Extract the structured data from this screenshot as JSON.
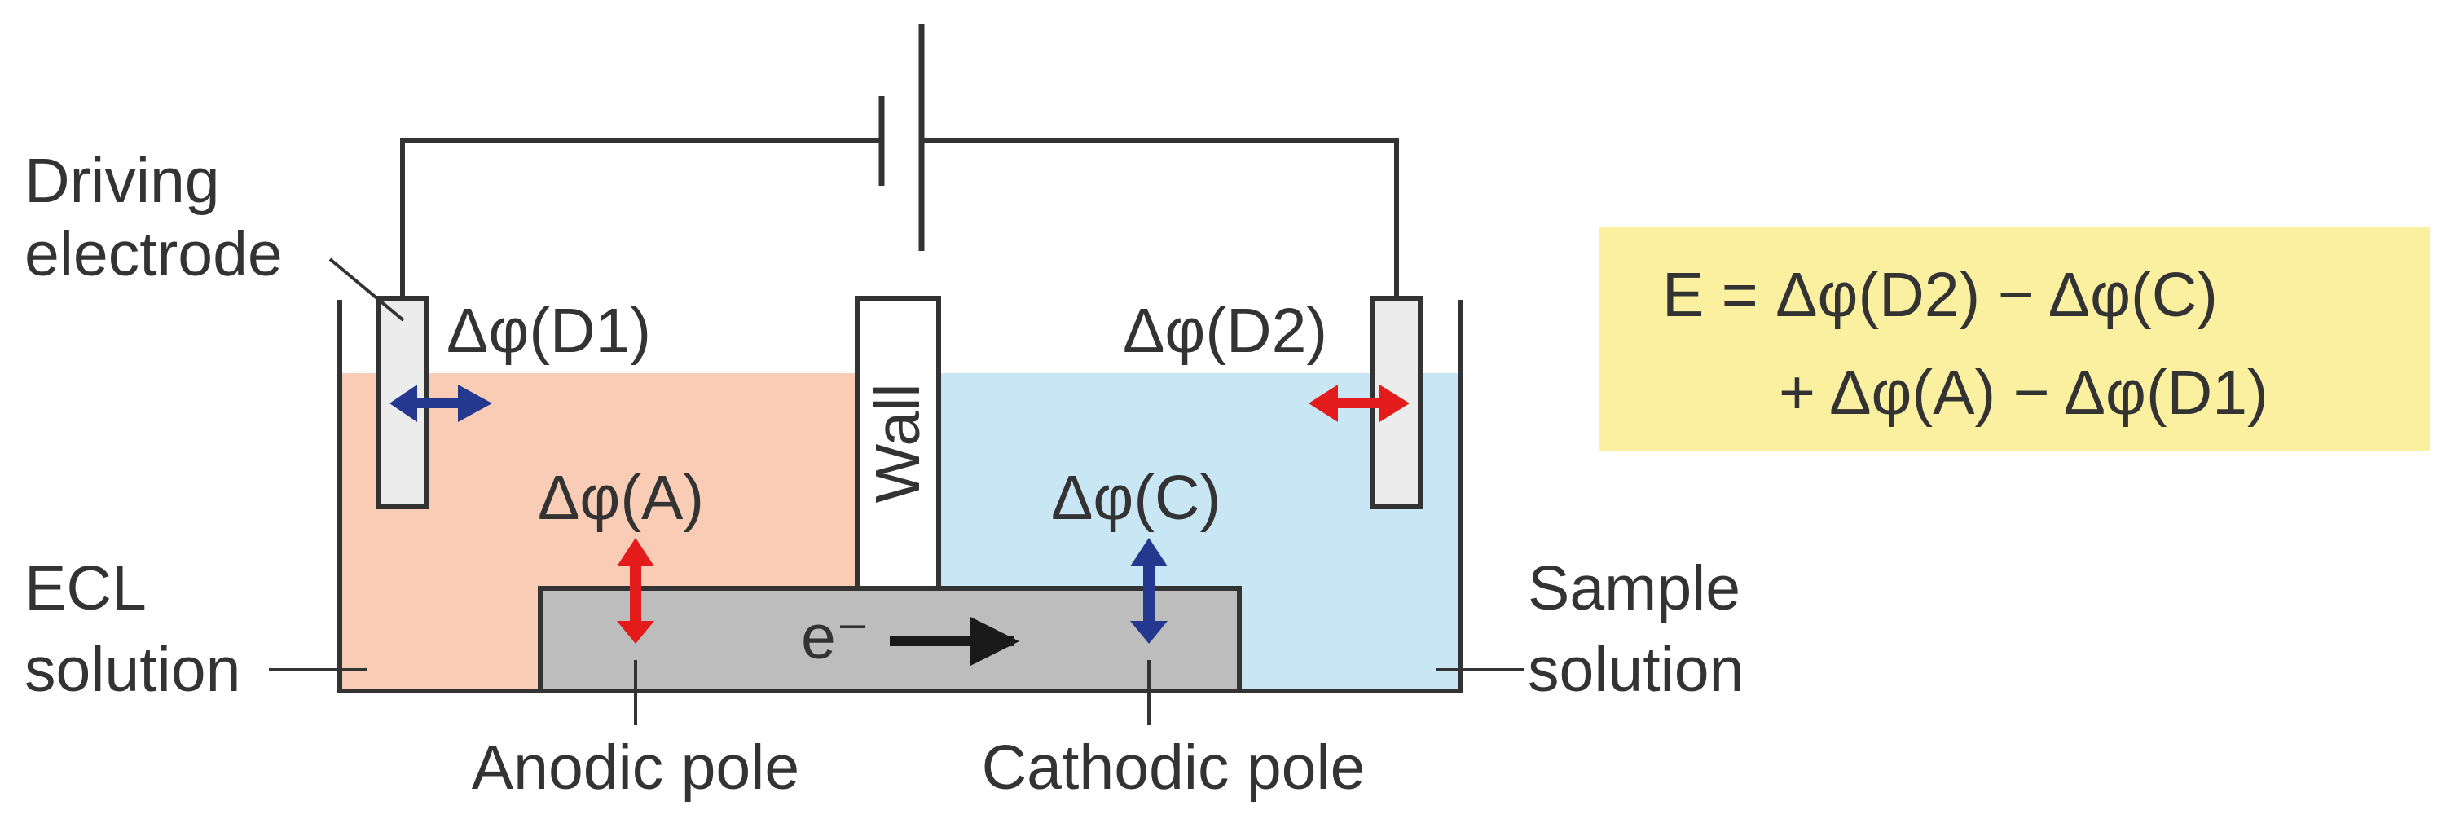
{
  "labels": {
    "driving_electrode_line1": "Driving",
    "driving_electrode_line2": "electrode",
    "ecl_line1": "ECL",
    "ecl_line2": "solution",
    "sample_line1": "Sample",
    "sample_line2": "solution",
    "anodic_pole": "Anodic pole",
    "cathodic_pole": "Cathodic pole",
    "wall": "Wall",
    "electron": "e⁻"
  },
  "potentials": {
    "d1": "Δφ(D1)",
    "d2": "Δφ(D2)",
    "anode": "Δφ(A)",
    "cathode": "Δφ(C)"
  },
  "equation": {
    "line1": "E = Δφ(D2) − Δφ(C)",
    "line2": "+ Δφ(A) − Δφ(D1)"
  },
  "colors": {
    "ecl_solution": "#f9cdb5",
    "sample_solution": "#c9e6f5",
    "bipolar_electrode": "#bdbdbd",
    "driving_electrode": "#ececec",
    "equation_box": "#fbf0a0",
    "arrow_blue": "#24388f",
    "arrow_red": "#e41b1b",
    "line": "#333333"
  }
}
